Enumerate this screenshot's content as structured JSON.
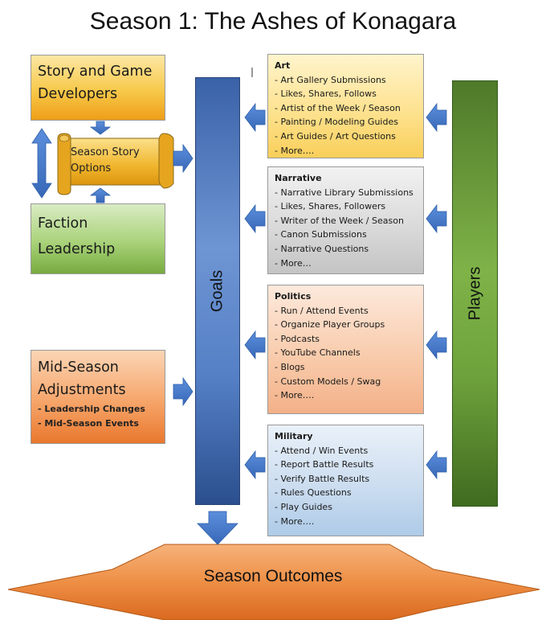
{
  "title": "Season 1: The Ashes of Konagara",
  "left": {
    "developers": {
      "line1": "Story and Game",
      "line2": "Developers"
    },
    "scroll": {
      "line1": "Season Story",
      "line2": "Options"
    },
    "faction": {
      "line1": "Faction",
      "line2": "Leadership"
    },
    "midseason": {
      "line1": "Mid-Season",
      "line2": "Adjustments",
      "items": [
        "- Leadership Changes",
        "- Mid-Season Events"
      ]
    }
  },
  "goals": {
    "label": "Goals"
  },
  "players": {
    "label": "Players"
  },
  "panels": {
    "art": {
      "title": "Art",
      "items": [
        "- Art Gallery Submissions",
        "- Likes, Shares, Follows",
        "- Artist of the Week / Season",
        "- Painting / Modeling Guides",
        "- Art Guides / Art Questions",
        "- More…."
      ]
    },
    "narrative": {
      "title": "Narrative",
      "items": [
        "- Narrative Library Submissions",
        "- Likes, Shares, Followers",
        "- Writer of the Week / Season",
        "- Canon Submissions",
        "- Narrative Questions",
        "- More…"
      ]
    },
    "politics": {
      "title": "Politics",
      "items": [
        "- Run / Attend Events",
        "- Organize Player Groups",
        "- Podcasts",
        "- YouTube Channels",
        "- Blogs",
        "- Custom Models / Swag",
        "- More…."
      ]
    },
    "military": {
      "title": "Military",
      "items": [
        "- Attend / Win Events",
        "- Report Battle Results",
        "- Verify Battle Results",
        "- Rules Questions",
        "- Play Guides",
        "- More…."
      ]
    }
  },
  "outcomes": {
    "label": "Season Outcomes"
  },
  "colors": {
    "arrow_blue": "#4a7fd0",
    "arrow_stroke": "#2f5fa8",
    "outcome_orange": "#e98a3a"
  }
}
